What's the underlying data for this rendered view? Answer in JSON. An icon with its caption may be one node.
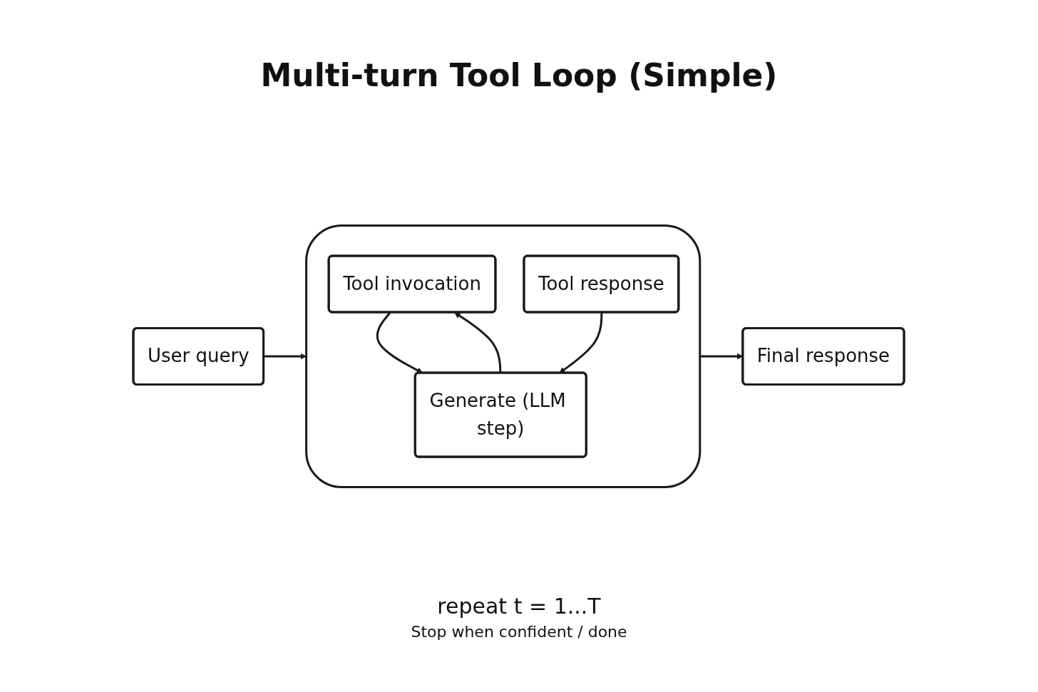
{
  "diagram": {
    "title": "Multi-turn Tool Loop (Simple)",
    "nodes": [
      {
        "text": [
          "User query"
        ]
      },
      {
        "text": [],
        "shape": "box"
      },
      {
        "text": [
          "Tool invocation"
        ],
        "in": 1
      },
      {
        "text": [
          "Tool response"
        ],
        "in": 1
      },
      {
        "text": [
          "Generate (LLM step)"
        ],
        "in": 1
      },
      {
        "text": [
          "Final response"
        ]
      }
    ],
    "edges": [
      {
        "from": 0,
        "to": 1,
        "arrow": "to"
      },
      {
        "from": 2,
        "to": 4,
        "arrow": "to"
      },
      {
        "from": 3,
        "to": 4,
        "arrow": "to"
      },
      {
        "from": 4,
        "to": 2,
        "arrow": "to"
      },
      {
        "from": 1,
        "to": 5,
        "arrow": "to"
      }
    ],
    "labels": [
      "repeat t = 1...T",
      "Stop when confident / done"
    ]
  }
}
